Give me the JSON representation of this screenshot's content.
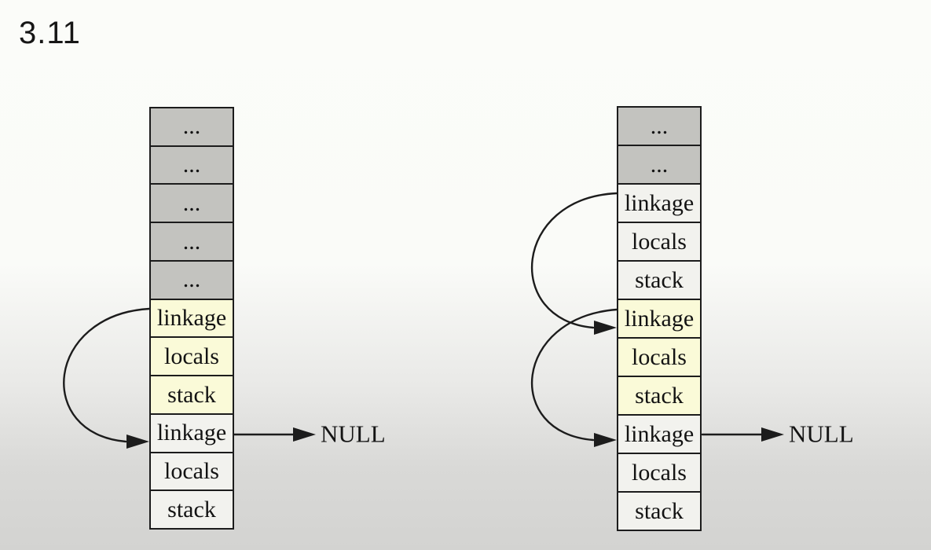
{
  "title": "3.11",
  "palette": {
    "gray": "#c3c3bf",
    "yellow": "#fafad8",
    "white": "#f2f2ee",
    "border": "#1c1c1c",
    "arrow": "#1c1c1c",
    "background_top": "#fbfcf9",
    "background_bottom": "#d3d3d1",
    "text": "#141414"
  },
  "stacks": [
    {
      "name": "left",
      "null_label": "NULL",
      "cells": [
        {
          "label": "...",
          "color": "gray"
        },
        {
          "label": "...",
          "color": "gray"
        },
        {
          "label": "...",
          "color": "gray"
        },
        {
          "label": "...",
          "color": "gray"
        },
        {
          "label": "...",
          "color": "gray"
        },
        {
          "label": "linkage",
          "color": "yellow"
        },
        {
          "label": "locals",
          "color": "yellow"
        },
        {
          "label": "stack",
          "color": "yellow"
        },
        {
          "label": "linkage",
          "color": "white"
        },
        {
          "label": "locals",
          "color": "white"
        },
        {
          "label": "stack",
          "color": "white"
        }
      ]
    },
    {
      "name": "right",
      "null_label": "NULL",
      "cells": [
        {
          "label": "...",
          "color": "gray"
        },
        {
          "label": "...",
          "color": "gray"
        },
        {
          "label": "linkage",
          "color": "white"
        },
        {
          "label": "locals",
          "color": "white"
        },
        {
          "label": "stack",
          "color": "white"
        },
        {
          "label": "linkage",
          "color": "yellow"
        },
        {
          "label": "locals",
          "color": "yellow"
        },
        {
          "label": "stack",
          "color": "yellow"
        },
        {
          "label": "linkage",
          "color": "white"
        },
        {
          "label": "locals",
          "color": "white"
        },
        {
          "label": "stack",
          "color": "white"
        }
      ]
    }
  ],
  "arrows": [
    {
      "from": "left-stack-linkage-cell-6",
      "to": "left-stack-linkage-cell-9"
    },
    {
      "from": "left-stack-linkage-cell-9",
      "to": "left-null-label"
    },
    {
      "from": "right-stack-linkage-cell-3",
      "to": "right-stack-linkage-cell-6"
    },
    {
      "from": "right-stack-linkage-cell-6",
      "to": "right-stack-linkage-cell-9"
    },
    {
      "from": "right-stack-linkage-cell-9",
      "to": "right-null-label"
    }
  ]
}
